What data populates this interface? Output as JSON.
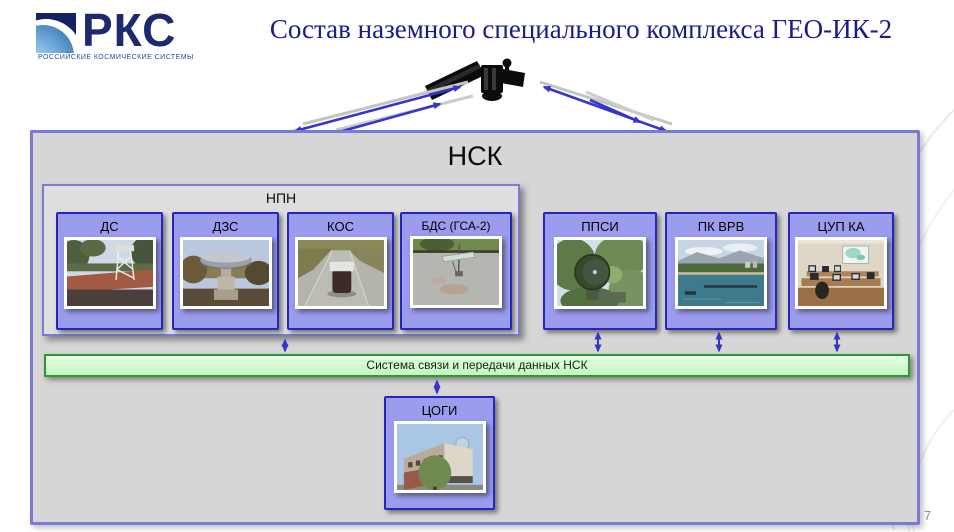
{
  "header": {
    "logo": {
      "text": "РКС",
      "subtitle": "РОССИЙСКИЕ КОСМИЧЕСКИЕ СИСТЕМЫ"
    },
    "title": "Состав наземного специального комплекса ГЕО-ИК-2"
  },
  "diagram": {
    "nsk": {
      "label": "НСК"
    },
    "npn": {
      "label": "НПН",
      "units": [
        {
          "label": "ДС"
        },
        {
          "label": "ДЗС"
        },
        {
          "label": "КОС"
        },
        {
          "label": "БДС (ГСА-2)"
        }
      ]
    },
    "units": [
      {
        "label": "ППСИ"
      },
      {
        "label": "ПК ВРВ"
      },
      {
        "label": "ЦУП КА"
      }
    ],
    "bus": {
      "label": "Система связи и передачи данных НСК"
    },
    "tsogi": {
      "label": "ЦОГИ"
    }
  },
  "page_number": "7",
  "icons": {
    "satellite": "geo-ik-2-satellite-silhouette",
    "uplink_arrows": "bidirectional-satellite-radio-links",
    "photos": {
      "ds": "rooftop-lattice-tower-station",
      "dzs": "large-dish-antenna-on-pedestal",
      "kos": "dome-instrument-on-road",
      "bds": "rooftop-beacon-antenna",
      "ppsi": "military-dish-antenna-in-trees",
      "pk_vrv": "coastal-sea-panorama",
      "tsup_ka": "mission-control-room",
      "tsogi": "center-building-with-dome"
    }
  },
  "colors": {
    "title": "#1b1b8c",
    "logo-navy": "#14235f",
    "box-fill": "#9c9cee",
    "box-border": "#2626b8",
    "panel-fill": "#d6d6d6",
    "panel-border": "#7a7ad4",
    "bus-border": "#2a9a2a",
    "arrow-blue": "#3535cc"
  }
}
